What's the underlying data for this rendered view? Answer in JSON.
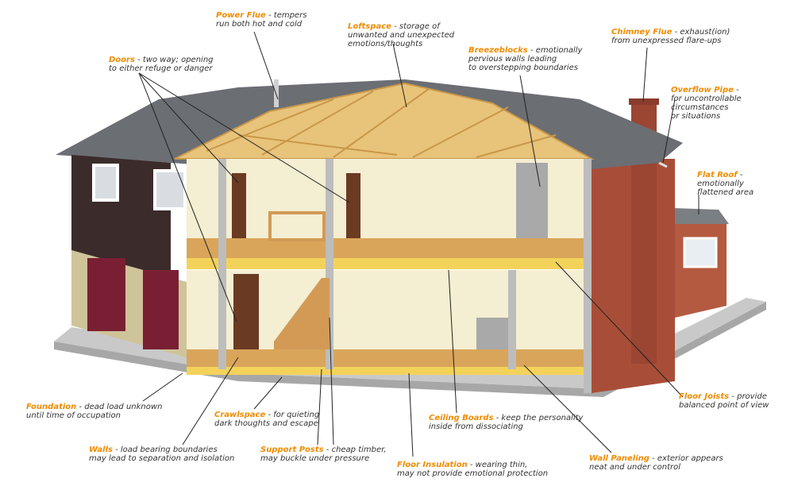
{
  "colors": {
    "accent": "#f08c00",
    "text": "#333333",
    "leader": "#222222",
    "brick": "#a84e38",
    "roof": "#6b6e73",
    "timber": "#e8c37a",
    "insulation": "#f3d25a",
    "siding": "#3b2b2b",
    "garage_door": "#7a1f33"
  },
  "labels": [
    {
      "id": "power-flue",
      "title": "Power Flue",
      "desc_line1": "- tempers",
      "desc_line2": "run both hot and cold"
    },
    {
      "id": "loftspace",
      "title": "Loftspace",
      "desc_line1": "- storage of",
      "desc_line2": "unwanted and unexpected",
      "desc_line3": "emotions/thoughts"
    },
    {
      "id": "chimney-flue",
      "title": "Chimney Flue",
      "desc_line1": "- exhaust(ion)",
      "desc_line2": "from unexpressed flare-ups"
    },
    {
      "id": "doors",
      "title": "Doors",
      "desc_line1": "- two way; opening",
      "desc_line2": "to either refuge or danger"
    },
    {
      "id": "breezeblocks",
      "title": "Breezeblocks",
      "desc_line1": "- emotionally",
      "desc_line2": "pervious walls leading",
      "desc_line3": "to overstepping boundaries"
    },
    {
      "id": "overflow-pipe",
      "title": "Overflow Pipe",
      "desc_line1": "-",
      "desc_line2": "for uncontrollable",
      "desc_line3": "circumstances",
      "desc_line4": "or situations"
    },
    {
      "id": "flat-roof",
      "title": "Flat Roof",
      "desc_line1": "-",
      "desc_line2": "emotionally",
      "desc_line3": "flattened area"
    },
    {
      "id": "floor-joists",
      "title": "Floor Joists",
      "desc_line1": "- provide",
      "desc_line2": "balanced point of view"
    },
    {
      "id": "foundation",
      "title": "Foundation",
      "desc_line1": "- dead load unknown",
      "desc_line2": "until time of occupation"
    },
    {
      "id": "crawlspace",
      "title": "Crawlspace",
      "desc_line1": "- for quieting",
      "desc_line2": "dark thoughts and escape"
    },
    {
      "id": "ceiling-boards",
      "title": "Ceiling Boards",
      "desc_line1": "- keep the personality",
      "desc_line2": "inside from dissociating"
    },
    {
      "id": "walls",
      "title": "Walls",
      "desc_line1": "- load bearing boundaries",
      "desc_line2": "may lead to separation and isolation"
    },
    {
      "id": "support-posts",
      "title": "Support Posts",
      "desc_line1": "- cheap timber,",
      "desc_line2": "may buckle under pressure"
    },
    {
      "id": "floor-insulation",
      "title": "Floor Insulation",
      "desc_line1": "- wearing thin,",
      "desc_line2": "may not provide emotional protection"
    },
    {
      "id": "wall-paneling",
      "title": "Wall Paneling",
      "desc_line1": "- exterior appears",
      "desc_line2": "neat and under control"
    }
  ]
}
